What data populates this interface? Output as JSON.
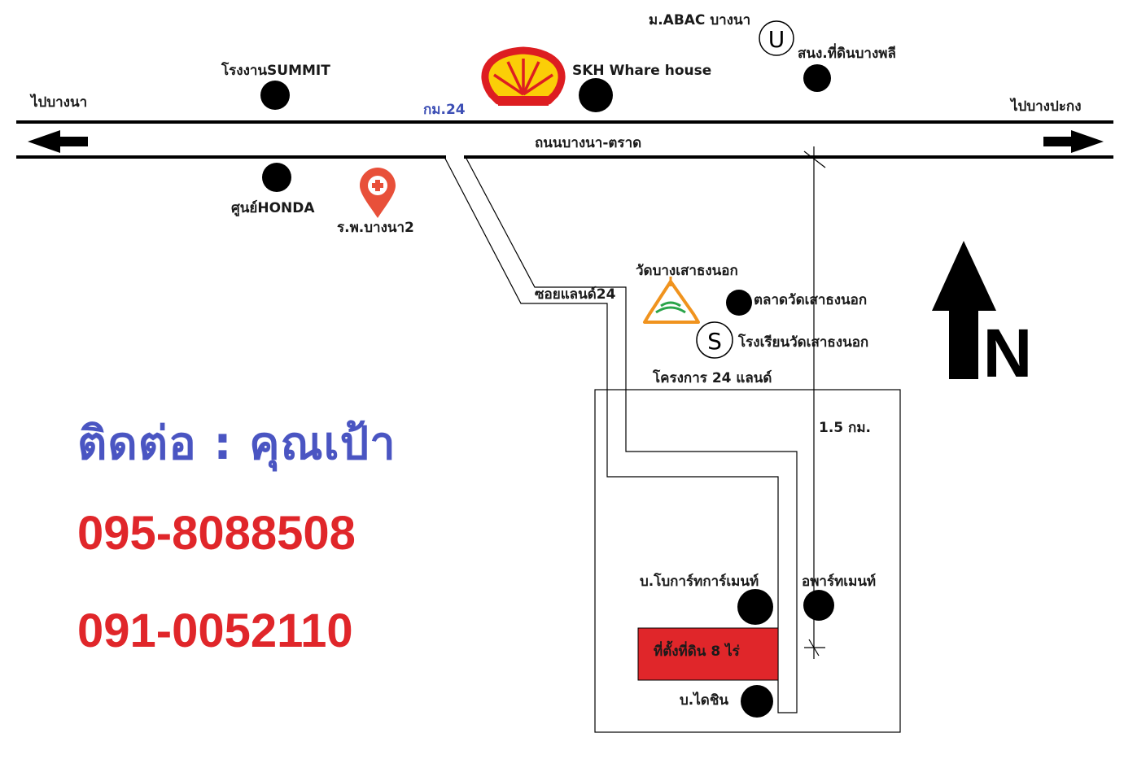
{
  "roads": {
    "main_road": "ถนนบางนา-ตราด",
    "km_marker": "กม.24",
    "direction_left": "ไปบางนา",
    "direction_right": "ไปบางปะกง",
    "soi": "ซอยแลนด์24",
    "distance": "1.5 กม."
  },
  "places": {
    "summit": "โรงงานSUMMIT",
    "honda": "ศูนย์HONDA",
    "hospital": "ร.พ.บางนา2",
    "skh": "SKH Whare house",
    "abac": "ม.ABAC บางนา",
    "land_office": "สนง.ที่ดินบางพลี",
    "temple": "วัดบางเสาธงนอก",
    "market": "ตลาดวัดเสาธงนอก",
    "school": "โรงเรียนวัดเสาธงนอก",
    "project": "โครงการ  24 แลนด์",
    "bo_garment": "บ.โบการ์ทการ์เมนท์",
    "apartment": "อพาร์ทเมนท์",
    "daichin": "บ.ไดชิน",
    "plot": "ที่ตั้งที่ดิน   8 ไร่"
  },
  "icons": {
    "abac_letter": "U",
    "school_letter": "S",
    "north_letter": "N"
  },
  "contact": {
    "name_line": "ติดต่อ    : คุณเป้า",
    "phone1": "095-8088508",
    "phone2": "091-0052110"
  },
  "colors": {
    "shell_red": "#dd1d21",
    "shell_yellow": "#fbce07",
    "plot_red": "#e0262a",
    "hospital_pin": "#e8503a",
    "temple_orange": "#f0931e",
    "temple_green": "#2aa44a",
    "contact_blue": "#4a55c2",
    "phone_red": "#e0262a",
    "km_blue": "#3d4fb5"
  }
}
